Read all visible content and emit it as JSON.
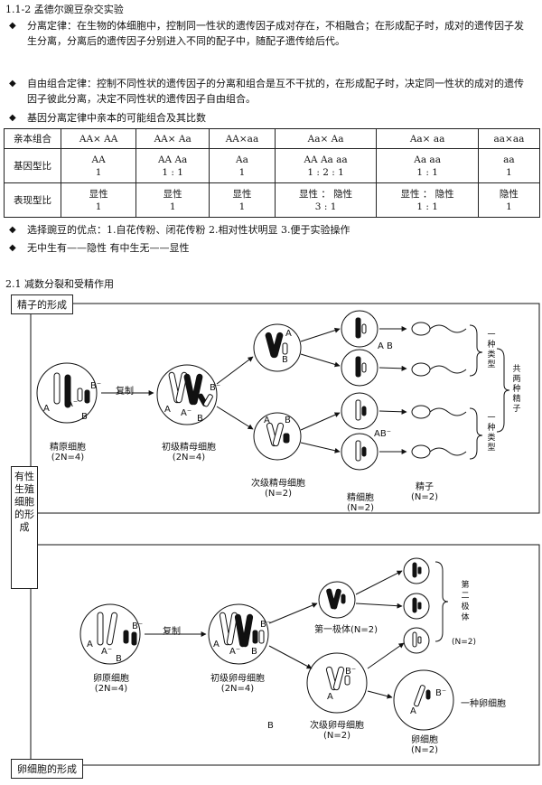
{
  "section1": {
    "title": "1.1-2 孟德尔豌豆杂交实验",
    "bullets": [
      "分离定律：在生物的体细胞中，控制同一性状的遗传因子成对存在，不相融合；在形成配子时，成对的遗传因子发生分离，分离后的遗传因子分别进入不同的配子中，随配子遗传给后代。",
      "自由组合定律：控制不同性状的遗传因子的分离和组合是互不干扰的，在形成配子时，决定同一性状的成对的遗传因子彼此分离，决定不同性状的遗传因子自由组合。",
      "基因分离定律中亲本的可能组合及其比数"
    ],
    "table": {
      "row_headers": [
        "亲本组合",
        "基因型比",
        "表现型比"
      ],
      "columns": [
        {
          "cross": "AA× AA",
          "genotype": [
            "AA",
            "1"
          ],
          "phenotype": [
            "显性",
            "1"
          ]
        },
        {
          "cross": "AA× Aa",
          "genotype": [
            "AA    Aa",
            "1   :   1"
          ],
          "phenotype": [
            "显性",
            "1"
          ]
        },
        {
          "cross": "AA×aa",
          "genotype": [
            "Aa",
            "1"
          ],
          "phenotype": [
            "显性",
            "1"
          ]
        },
        {
          "cross": "Aa× Aa",
          "genotype": [
            "AA   Aa    aa",
            "1   : 2 :   1"
          ],
          "phenotype": [
            "显性 ： 隐性",
            "3    :     1"
          ]
        },
        {
          "cross": "Aa× aa",
          "genotype": [
            "Aa     aa",
            "1   :   1"
          ],
          "phenotype": [
            "显性 ： 隐性",
            "1    :    1"
          ]
        },
        {
          "cross": "aa×aa",
          "genotype": [
            "aa",
            "1"
          ],
          "phenotype": [
            "隐性",
            "1"
          ]
        }
      ]
    },
    "bullets_after": [
      "选择豌豆的优点：1.自花传粉、闭花传粉   2.相对性状明显   3.便于实验操作",
      "无中生有——隐性          有中生无——显性"
    ],
    "bullet_symbol": "◆"
  },
  "section2": {
    "title": "2.1 减数分裂和受精作用",
    "side_label": "有性生殖细胞的形成",
    "sperm": {
      "box_title": "精子的形成",
      "arrow_label": "复制",
      "cells": [
        "精原细胞",
        "初级精母细胞",
        "次级精母细胞",
        "精细胞",
        "精子"
      ],
      "counts": [
        "(2N=4)",
        "(2N=4)",
        "(N=2)",
        "(N=2)",
        "(N=2)"
      ],
      "gamete_labels": [
        "A B",
        "AB⁻"
      ],
      "brace_labels": [
        "一种类型",
        "一种类型",
        "共两种精子"
      ]
    },
    "egg": {
      "box_title": "卵细胞的形成",
      "arrow_label": "复制",
      "cells": [
        "卵原细胞",
        "初级卵母细胞",
        "第一极体",
        "次级卵母细胞",
        "卵细胞"
      ],
      "counts": [
        "(2N=4)",
        "(2N=4)",
        "(N=2)",
        "(N=2)",
        "(N=2)"
      ],
      "polar_label": "第二极体",
      "polar_count": "(N=2)",
      "result": "一种卵细胞",
      "stray": "B"
    },
    "allele_marks": {
      "A": "A",
      "Am": "A⁻",
      "B": "B",
      "Bm": "B⁻"
    }
  }
}
